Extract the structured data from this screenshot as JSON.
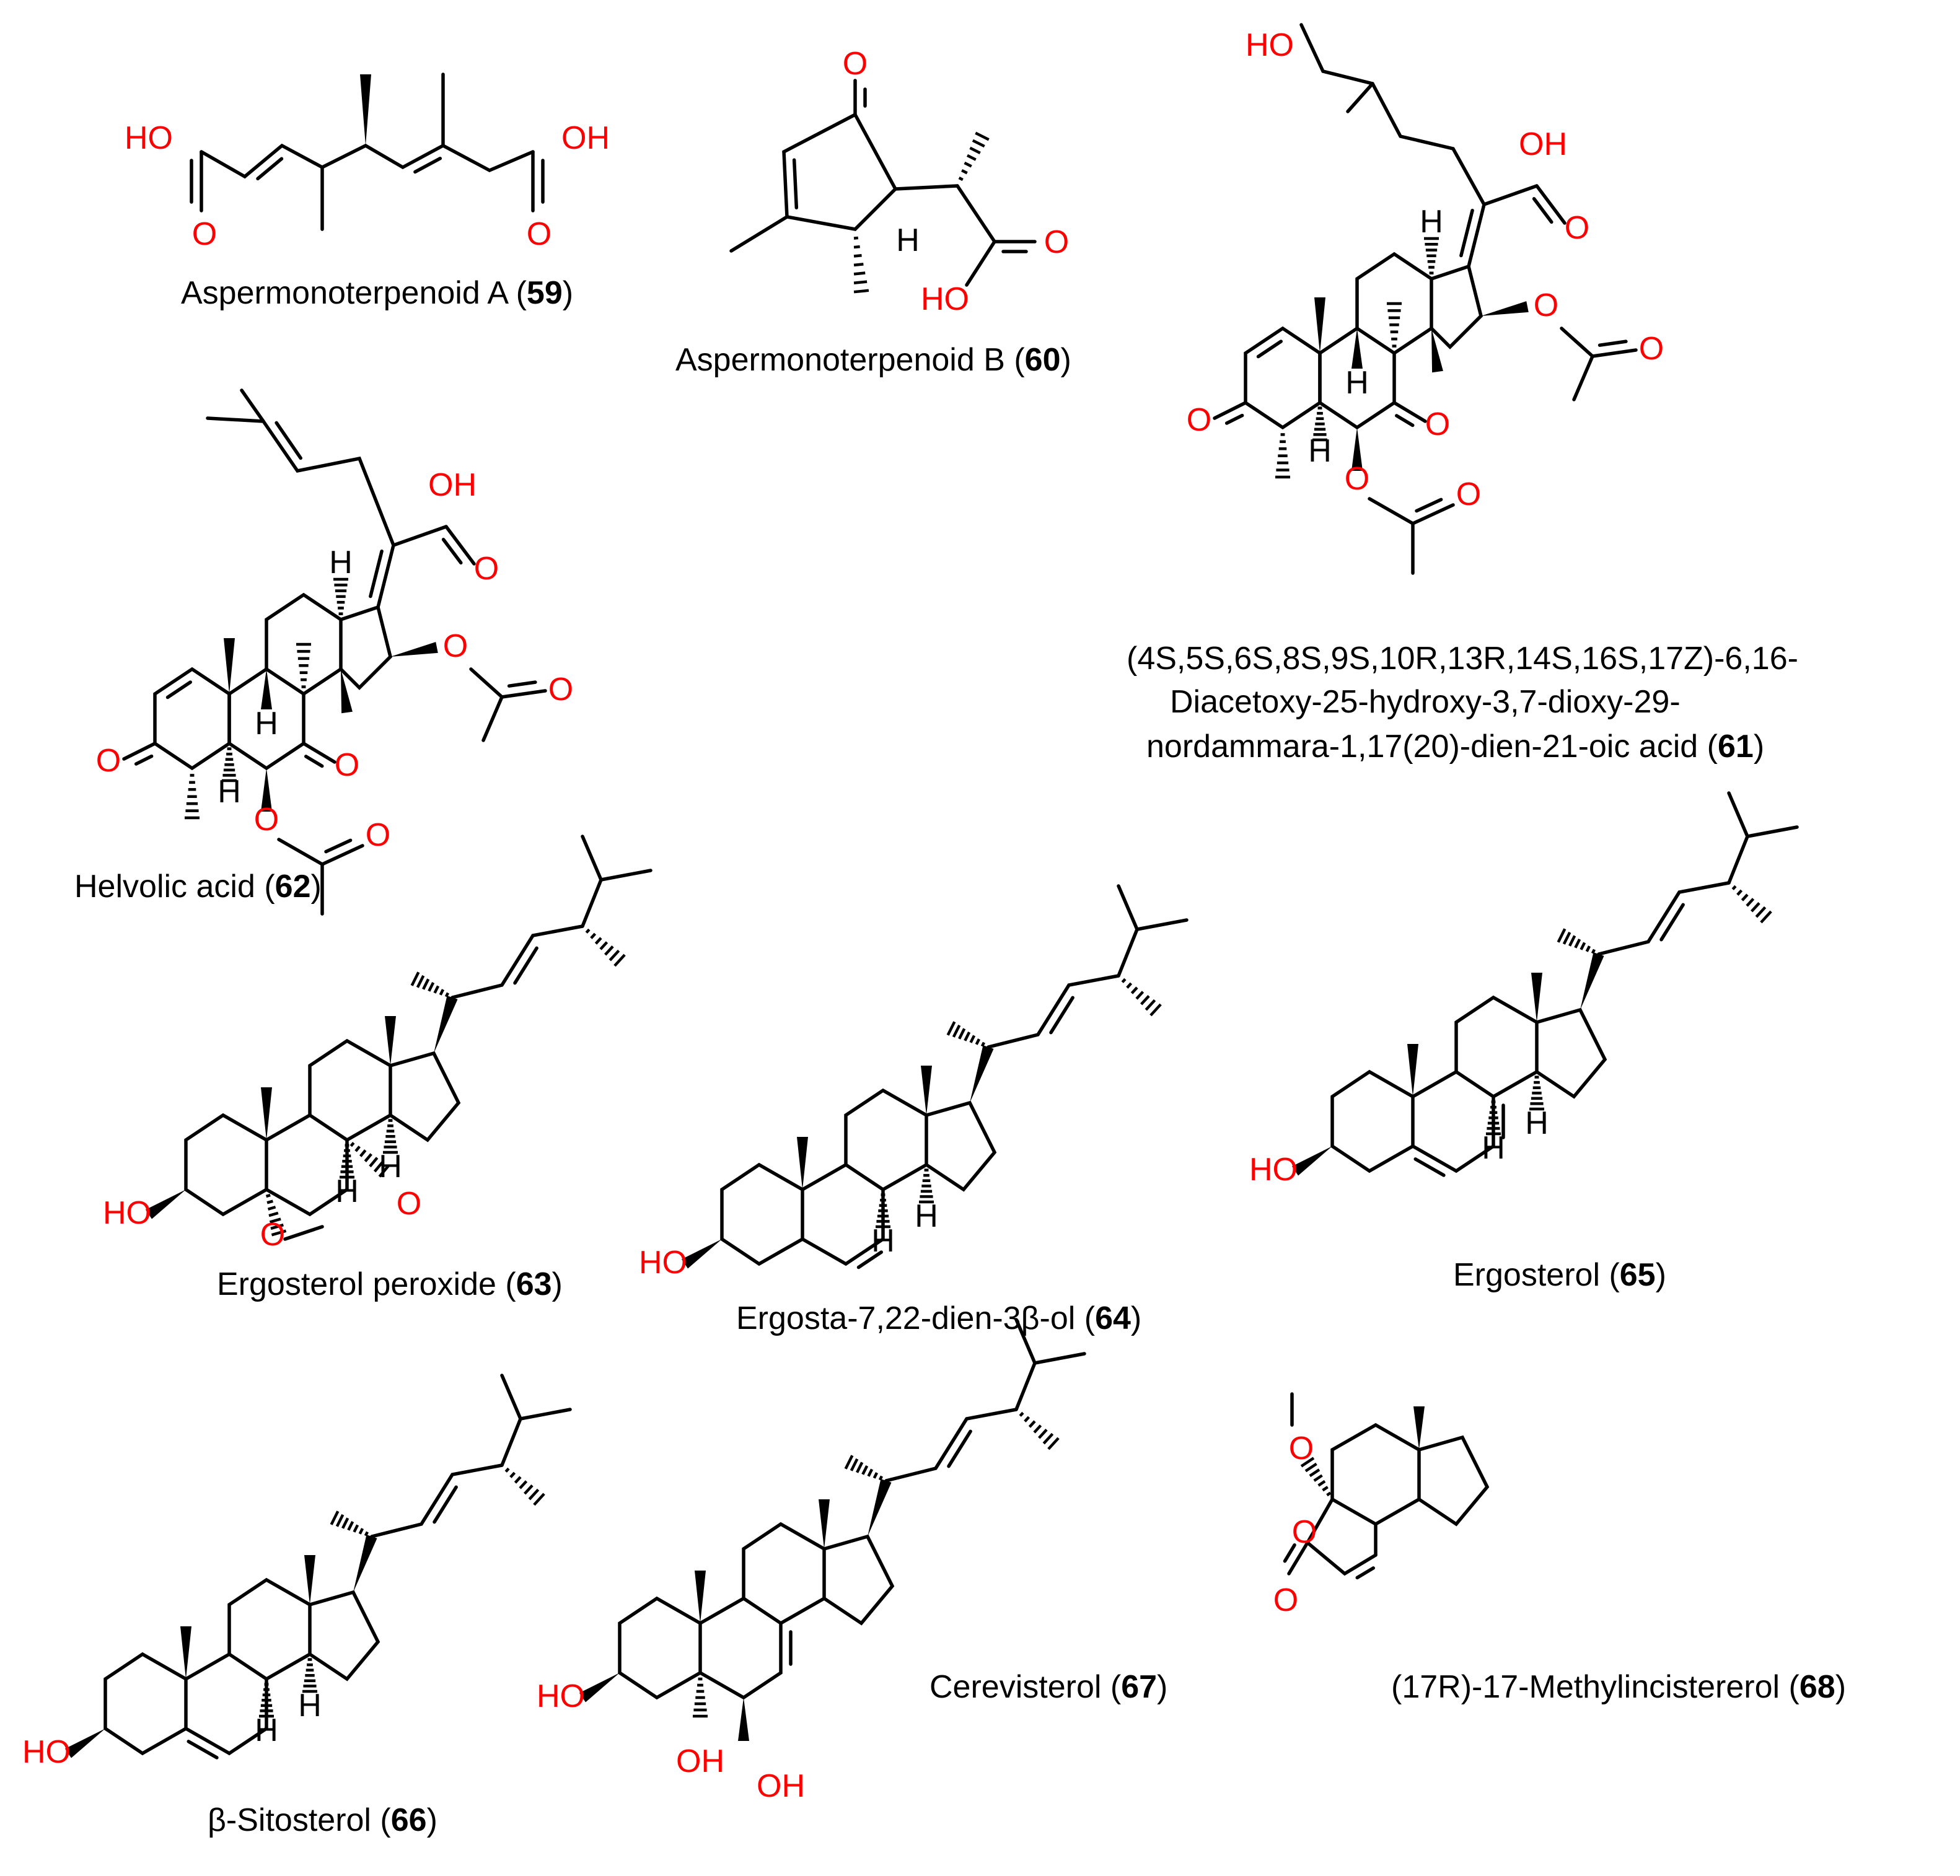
{
  "colors": {
    "bond": "#000000",
    "heteroatom": "#ff0000",
    "background": "#ffffff"
  },
  "atoms": {
    "oh": "OH",
    "ho": "HO",
    "o": "O",
    "h": "H"
  },
  "compounds": [
    {
      "id": "59",
      "name": "Aspermonoterpenoid A (",
      "number": "59",
      "close": ")"
    },
    {
      "id": "60",
      "name": "Aspermonoterpenoid B (",
      "number": "60",
      "close": ")"
    },
    {
      "id": "61",
      "name_lines": [
        "(4S,5S,6S,8S,9S,10R,13R,14S,16S,17Z)-6,16-",
        "Diacetoxy-25-hydroxy-3,7-dioxy-29-",
        "nordammara-1,17(20)-dien-21-oic acid ("
      ],
      "number": "61",
      "close": ")"
    },
    {
      "id": "62",
      "name": "Helvolic acid (",
      "number": "62",
      "close": ")"
    },
    {
      "id": "63",
      "name": "Ergosterol peroxide (",
      "number": "63",
      "close": ")"
    },
    {
      "id": "64",
      "name": "Ergosta-7,22-dien-3β-ol (",
      "number": "64",
      "close": ")"
    },
    {
      "id": "65",
      "name": "Ergosterol (",
      "number": "65",
      "close": ")"
    },
    {
      "id": "66",
      "name": "β-Sitosterol (",
      "number": "66",
      "close": ")"
    },
    {
      "id": "67",
      "name": "Cerevisterol (",
      "number": "67",
      "close": ")"
    },
    {
      "id": "68",
      "name": "(17R)-17-Methylincistererol (",
      "number": "68",
      "close": ")"
    }
  ]
}
